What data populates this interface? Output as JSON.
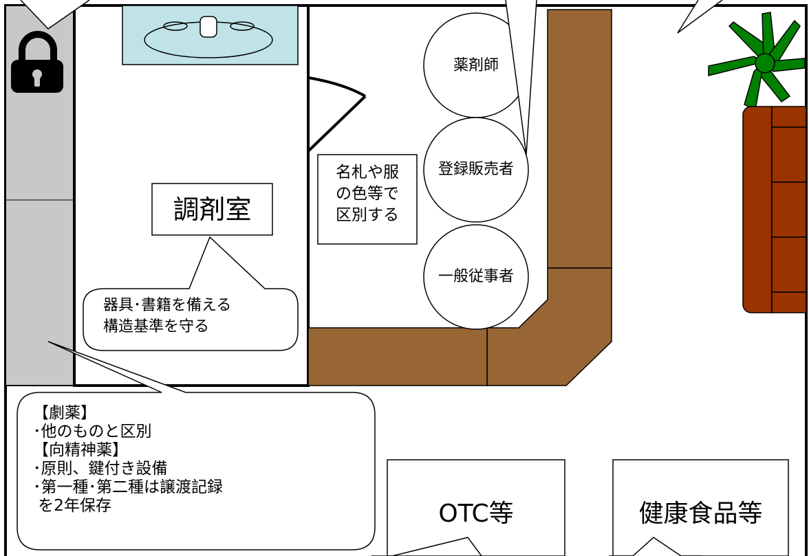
{
  "room_label": "調剤室",
  "staff": {
    "pharmacist": "薬剤師",
    "registered_seller": "登録販売者",
    "general_staff": "一般従事者"
  },
  "staff_note": "名札や服\nの色等で\n区別する",
  "equipment_note": "器具･書籍を備える\n構造基準を守る",
  "storage_note": "【劇薬】\n･他のものと区別\n【向精神薬】\n･原則、鍵付き設備\n･第一種･第二種は譲渡記録\n を2年保存",
  "shelves": {
    "otc": "OTC等",
    "health_food": "健康食品等"
  },
  "icons": [
    "lock-icon",
    "sink-icon",
    "plant-icon",
    "sofa-icon",
    "door-icon"
  ],
  "colors": {
    "counter": "#986634",
    "sofa": "#993300",
    "plant": "#008000",
    "sink": "#bfe3e6",
    "cabinet": "#c8c8c8"
  }
}
